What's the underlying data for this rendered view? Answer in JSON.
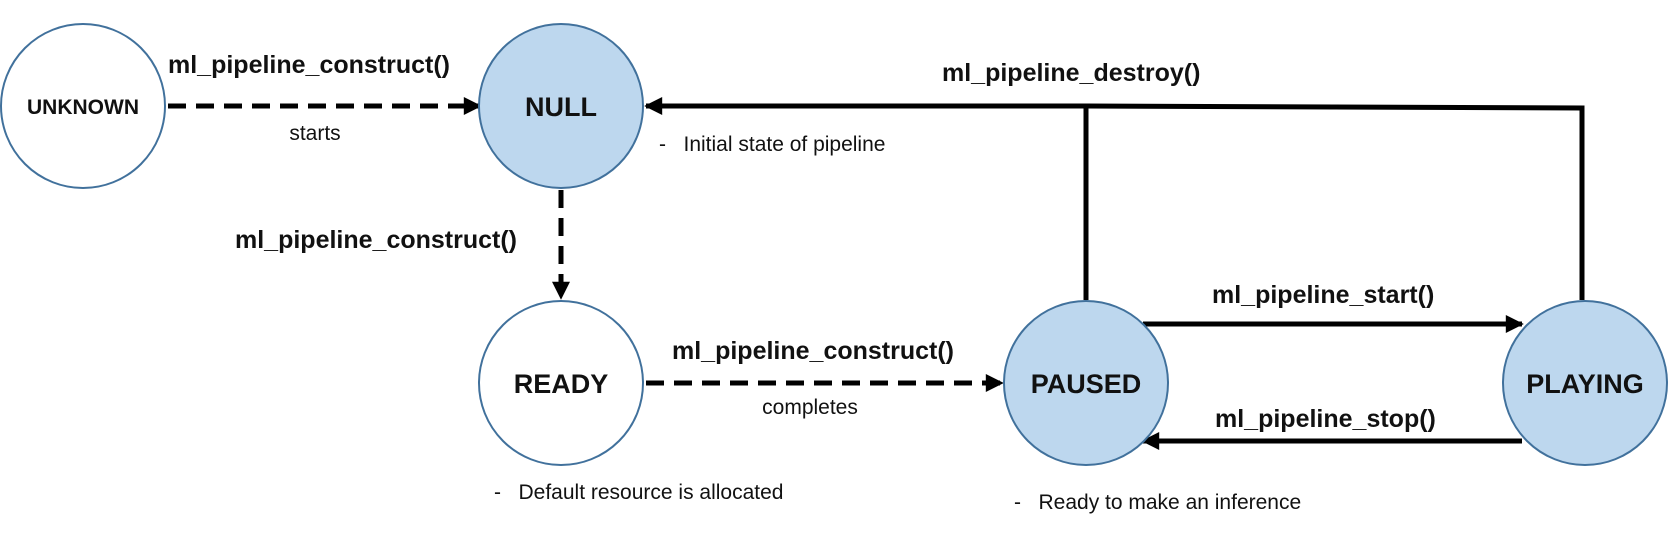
{
  "states": {
    "unknown": {
      "label": "UNKNOWN",
      "fill": "#ffffff"
    },
    "null": {
      "label": "NULL",
      "fill": "#bdd7ee"
    },
    "ready": {
      "label": "READY",
      "fill": "#ffffff"
    },
    "paused": {
      "label": "PAUSED",
      "fill": "#bdd7ee"
    },
    "playing": {
      "label": "PLAYING",
      "fill": "#bdd7ee"
    }
  },
  "transitions": {
    "unknown_to_null": {
      "label": "ml_pipeline_construct()",
      "sub_label": "starts"
    },
    "null_to_ready": {
      "label": "ml_pipeline_construct()"
    },
    "ready_to_paused": {
      "label": "ml_pipeline_construct()",
      "sub_label": "completes"
    },
    "destroy": {
      "label": "ml_pipeline_destroy()"
    },
    "paused_to_playing": {
      "label": "ml_pipeline_start()"
    },
    "playing_to_paused": {
      "label": "ml_pipeline_stop()"
    }
  },
  "notes": {
    "null": "-   Initial state of pipeline",
    "ready": "-   Default resource is allocated",
    "paused": "-   Ready to make an inference"
  },
  "colors": {
    "circle_stroke": "#41719c",
    "line": "#000000",
    "active_fill": "#bdd7ee"
  }
}
